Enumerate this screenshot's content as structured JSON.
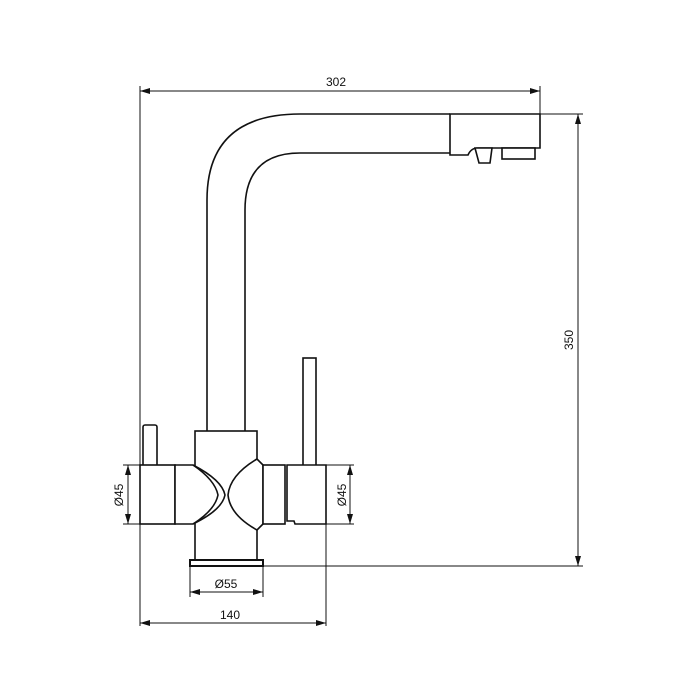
{
  "drawing": {
    "dimensions": {
      "total_width": "302",
      "total_height": "350",
      "left_diameter": "Ø45",
      "right_diameter": "Ø45",
      "base_diameter": "Ø55",
      "body_width": "140"
    },
    "line_color": "#111111",
    "background": "#ffffff"
  }
}
